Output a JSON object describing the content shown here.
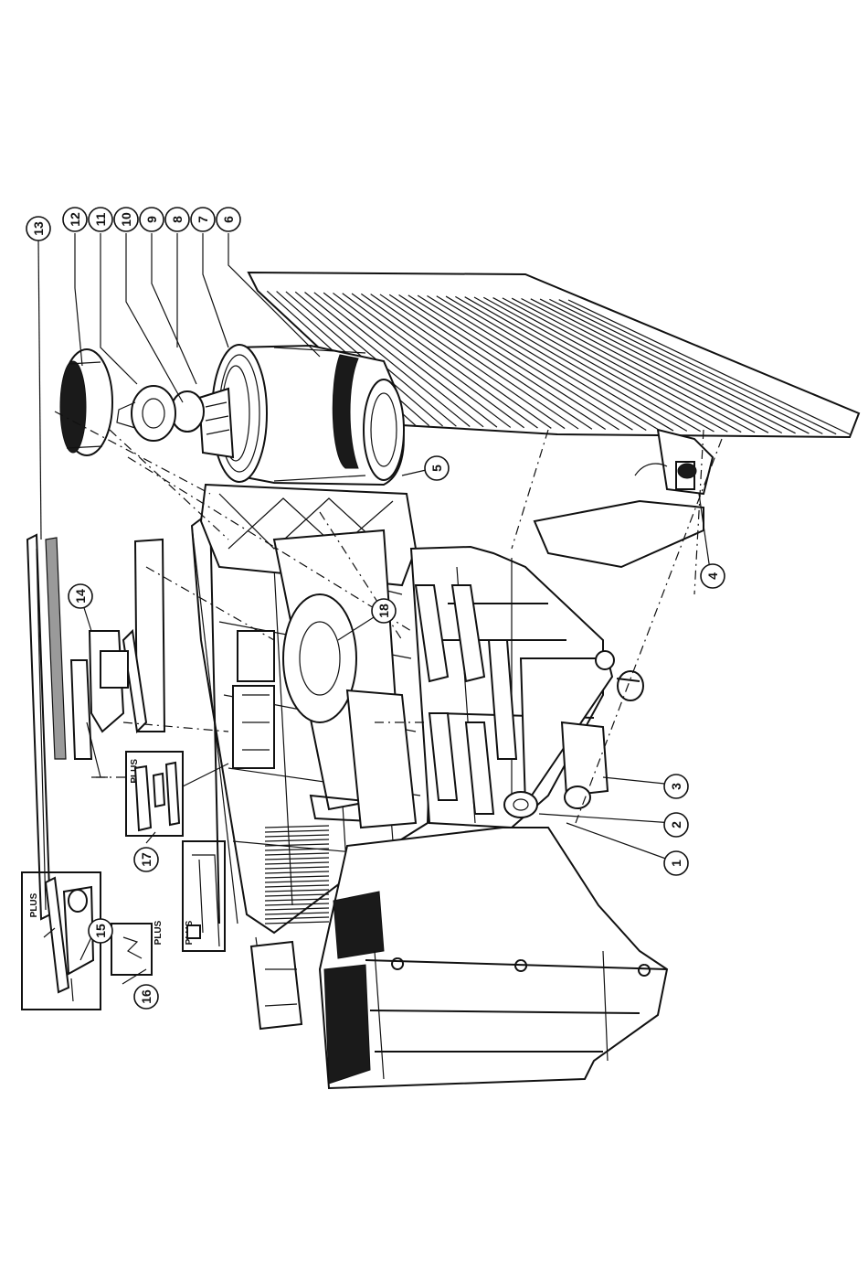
{
  "diagram": {
    "callouts": [
      {
        "id": "1",
        "label": "1"
      },
      {
        "id": "2",
        "label": "2"
      },
      {
        "id": "3",
        "label": "3"
      },
      {
        "id": "4",
        "label": "4"
      },
      {
        "id": "5",
        "label": "5"
      },
      {
        "id": "6",
        "label": "6"
      },
      {
        "id": "7",
        "label": "7"
      },
      {
        "id": "8",
        "label": "8"
      },
      {
        "id": "9",
        "label": "9"
      },
      {
        "id": "10",
        "label": "10"
      },
      {
        "id": "11",
        "label": "11"
      },
      {
        "id": "12",
        "label": "12"
      },
      {
        "id": "13",
        "label": "13"
      },
      {
        "id": "14",
        "label": "14"
      },
      {
        "id": "15",
        "label": "15"
      },
      {
        "id": "16",
        "label": "16"
      },
      {
        "id": "17",
        "label": "17"
      },
      {
        "id": "18",
        "label": "18"
      }
    ],
    "inset_labels": {
      "inset_15": "PLUS",
      "inset_16_upper": "PLUS",
      "inset_16_lower": "PLUS",
      "inset_17": "PLUS"
    }
  }
}
